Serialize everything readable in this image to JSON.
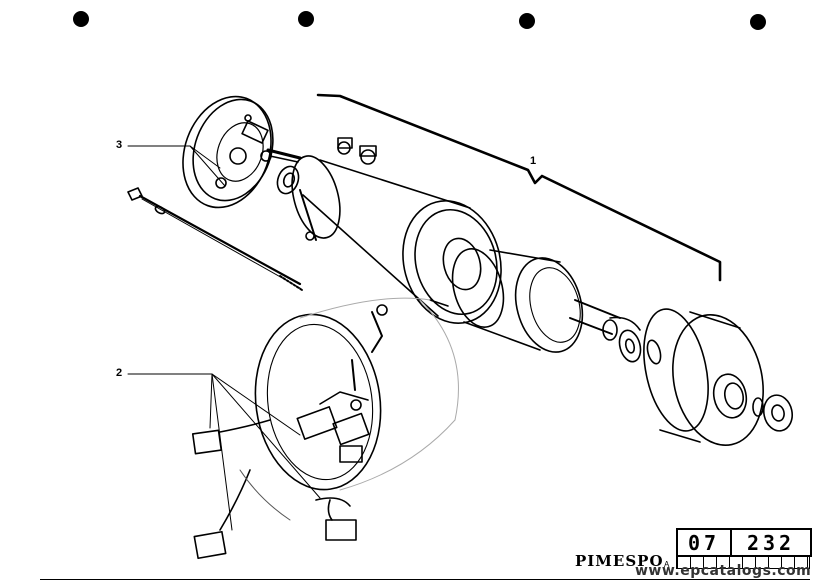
{
  "diagram": {
    "callouts": {
      "assembly": "1",
      "brushes": "2",
      "end_cover": "3"
    }
  },
  "footer": {
    "section_code": "07",
    "page_code": "232",
    "brand": "PIMESPO",
    "brand_mark": "A",
    "watermark": "www.epcatalogs.com"
  }
}
